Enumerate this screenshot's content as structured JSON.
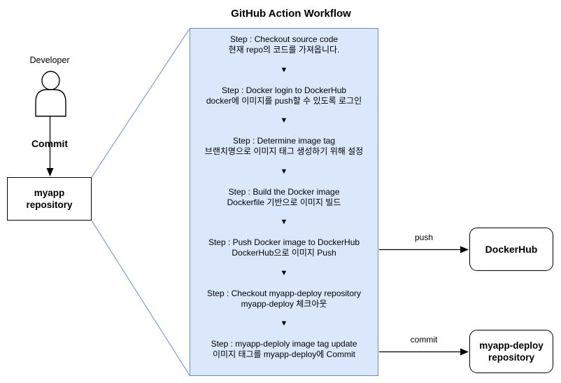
{
  "title": "GitHub Action Workflow",
  "left": {
    "developer_label": "Developer",
    "commit_label": "Commit",
    "repo_box": {
      "line1": "myapp",
      "line2": "repository"
    }
  },
  "workflow": {
    "arrow_glyph": "▼",
    "steps": [
      {
        "en": "Step : Checkout source code",
        "ko": "현재 repo의 코드를 가져옵니다."
      },
      {
        "en": "Step : Docker login to DockerHub",
        "ko": "docker에 이미지를 push할 수 있도록 로그인"
      },
      {
        "en": "Step : Determine image tag",
        "ko": "브랜치명으로 이미지 태그 생성하기 위해 설정"
      },
      {
        "en": "Step : Build the Docker image",
        "ko": "Dockerfile 기반으로 이미지 빌드"
      },
      {
        "en": "Step : Push Docker image to DockerHub",
        "ko": "DockerHub으로 이미지 Push"
      },
      {
        "en": "Step : Checkout myapp-deploy repository",
        "ko": "myapp-deploy 체크아웃"
      },
      {
        "en": "Step : myapp-deploly image tag update",
        "ko": "이미지 태그를 myapp-deploy에 Commit"
      }
    ]
  },
  "right": {
    "push_label": "push",
    "commit_label": "commit",
    "dockerhub_box": "DockerHub",
    "deploy_box": {
      "line1": "myapp-deploy",
      "line2": "repository"
    }
  },
  "colors": {
    "workflow_fill": "#dbe8fc",
    "workflow_border": "#6c8ebf",
    "connector_blue": "#7e9fd6",
    "box_border": "#000000"
  }
}
